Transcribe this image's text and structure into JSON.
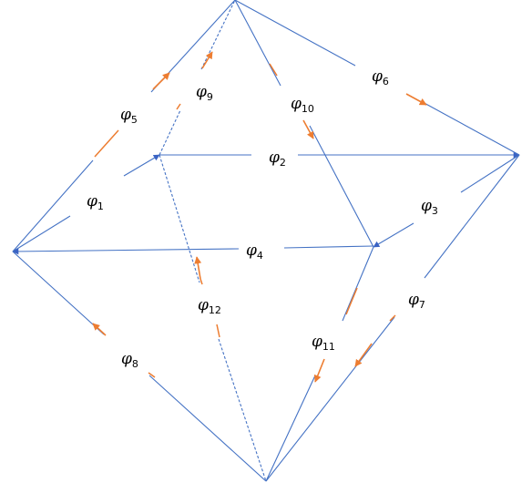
{
  "colors": {
    "edge": "#4472c4",
    "arrow_blue": "#3a63c4",
    "arrow_orange": "#ed7d31"
  },
  "symbol": "φ",
  "labels": [
    {
      "id": "phi1",
      "index": "1"
    },
    {
      "id": "phi2",
      "index": "2"
    },
    {
      "id": "phi3",
      "index": "3"
    },
    {
      "id": "phi4",
      "index": "4"
    },
    {
      "id": "phi5",
      "index": "5"
    },
    {
      "id": "phi6",
      "index": "6"
    },
    {
      "id": "phi7",
      "index": "7"
    },
    {
      "id": "phi8",
      "index": "8"
    },
    {
      "id": "phi9",
      "index": "9"
    },
    {
      "id": "phi10",
      "index": "10"
    },
    {
      "id": "phi11",
      "index": "11"
    },
    {
      "id": "phi12",
      "index": "12"
    }
  ]
}
